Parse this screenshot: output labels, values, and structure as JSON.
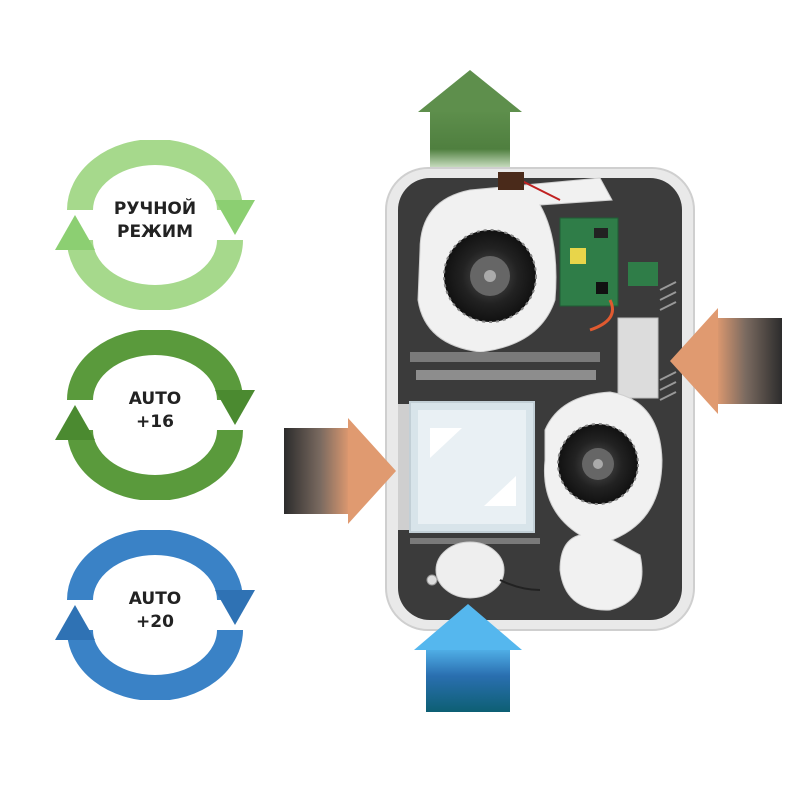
{
  "modes": [
    {
      "line1": "РУЧНОЙ",
      "line2": "РЕЖИМ",
      "color": "#a6d98c",
      "color_dark": "#8ccf72"
    },
    {
      "line1": "AUTO",
      "line2": "+16",
      "color": "#5a9a3c",
      "color_dark": "#4b8a30"
    },
    {
      "line1": "AUTO",
      "line2": "+20",
      "color": "#3a82c6",
      "color_dark": "#2f72b4"
    }
  ],
  "flows": {
    "exhaust_top_color": "#4f7f3f",
    "supply_bottom_color": "#2a6fb0",
    "intake_side_color": "#d08a62"
  }
}
